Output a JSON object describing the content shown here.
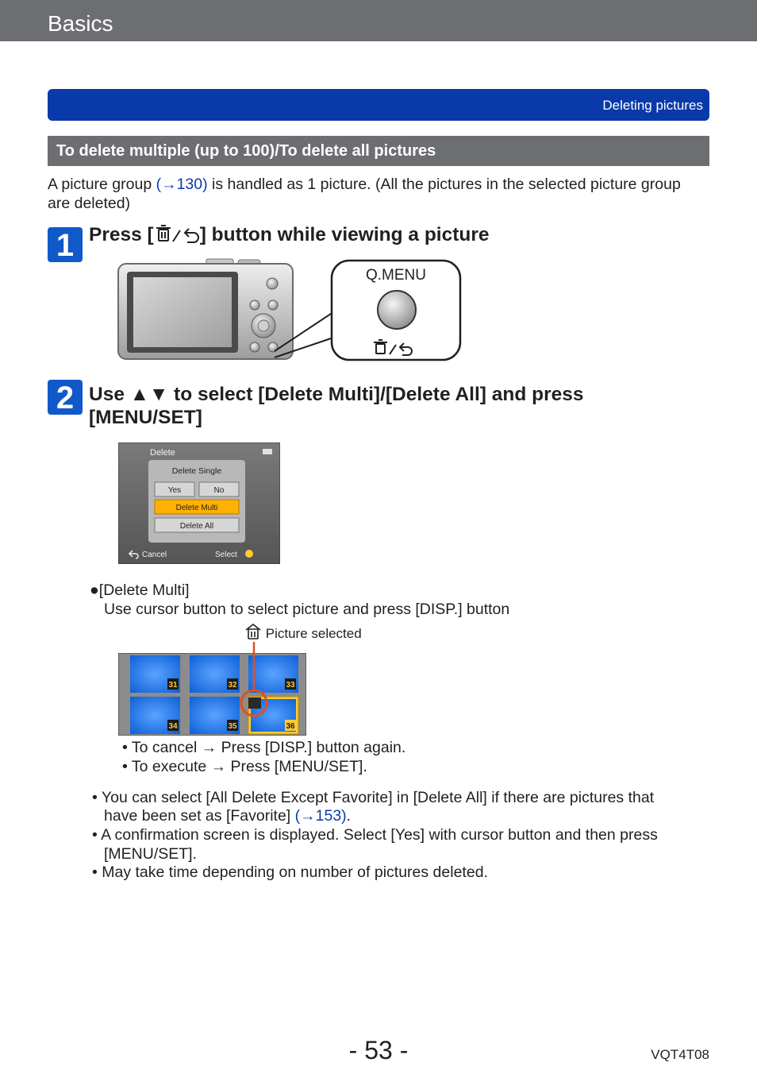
{
  "header": {
    "section": "Basics"
  },
  "chapter_bar": {
    "label": "Deleting pictures"
  },
  "section": {
    "title": "To delete multiple (up to 100)/To delete all pictures"
  },
  "intro": {
    "text_before": "A picture group ",
    "link": "(→130)",
    "text_line1_after": " is handled as 1 picture. (All the pictures in the selected picture group",
    "text_line2": "are deleted)"
  },
  "step1": {
    "number": "1",
    "title_before": "Press [",
    "title_after": "] button while viewing a picture",
    "callout_label": "Q.MENU"
  },
  "step2": {
    "number": "2",
    "title_line1": "Use ▲▼ to select [Delete Multi]/[Delete All] and press",
    "title_line2": "[MENU/SET]"
  },
  "menu_screen": {
    "title": "Delete",
    "items": [
      "Delete Single",
      "Yes",
      "No",
      "Delete Multi",
      "Delete All"
    ],
    "footer_left": "Cancel",
    "footer_right": "Select"
  },
  "delete_multi": {
    "bullet_label": "[Delete Multi]",
    "instruction": "Use cursor button to select picture and press [DISP.] button",
    "callout": "Picture selected",
    "thumbnails": [
      "31",
      "32",
      "33",
      "34",
      "35",
      "36"
    ],
    "sub_bullets": [
      "• To cancel → Press [DISP.] button again.",
      "• To execute → Press [MENU/SET]."
    ]
  },
  "notes": {
    "n1_line1": "• You can select [All Delete Except Favorite] in [Delete All] if there are pictures that",
    "n1_line2_before": "have been set as [Favorite] ",
    "n1_link": "(→153)",
    "n1_line2_after": ".",
    "n2_line1": "• A confirmation screen is displayed. Select [Yes] with cursor button and then press",
    "n2_line2": "[MENU/SET].",
    "n3": "• May take time depending on number of pictures deleted."
  },
  "footer": {
    "page": "- 53 -",
    "code": "VQT4T08"
  },
  "colors": {
    "accent_blue": "#0a3aa9",
    "step_blue": "#1159c9",
    "gray_bar": "#6d6e71",
    "highlight": "#ffb000"
  }
}
